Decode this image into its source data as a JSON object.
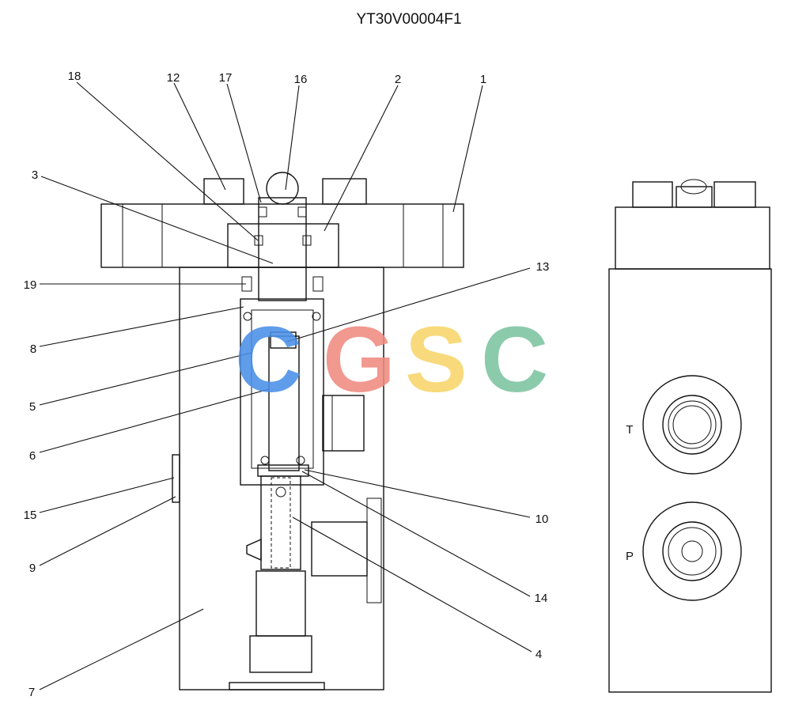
{
  "title": "YT30V00004F1",
  "callouts": {
    "c1": "1",
    "c2": "2",
    "c3": "3",
    "c4": "4",
    "c5": "5",
    "c6": "6",
    "c7": "7",
    "c8": "8",
    "c9": "9",
    "c10": "10",
    "c12": "12",
    "c13": "13",
    "c14": "14",
    "c15": "15",
    "c16": "16",
    "c17": "17",
    "c18": "18",
    "c19": "19"
  },
  "port_labels": {
    "t": "T",
    "p": "P"
  },
  "watermark": {
    "letters": [
      "C",
      "G",
      "S",
      "C"
    ],
    "colors": [
      "#4a8fe8",
      "#f08a80",
      "#f8d66a",
      "#7cc4a0"
    ]
  }
}
